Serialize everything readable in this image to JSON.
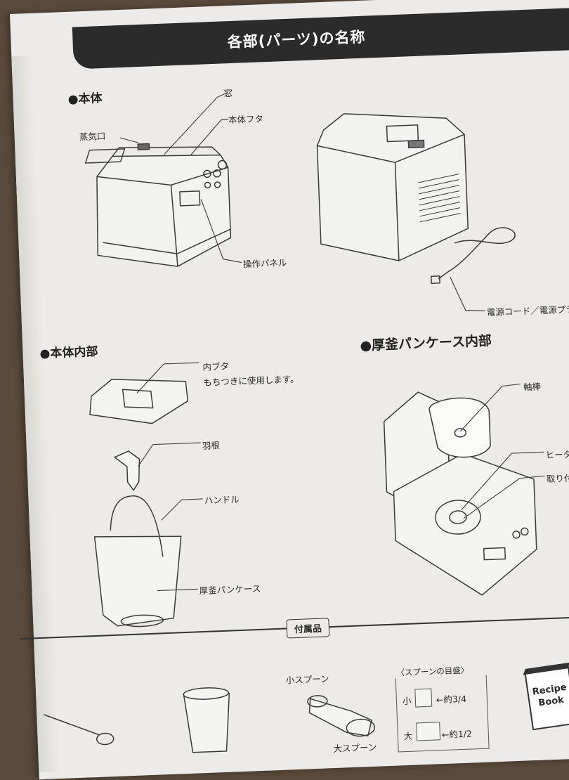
{
  "header": {
    "title": "各部(パーツ)の名称"
  },
  "sections": {
    "body": {
      "heading": "●本体",
      "labels": {
        "window": "窓",
        "steam_vent": "蒸気口",
        "lid": "本体フタ",
        "control_panel": "操作パネル",
        "power_cord": "電源コード／電源プラグ"
      }
    },
    "interior": {
      "heading": "●本体内部",
      "labels": {
        "inner_lid": "内ブタ",
        "inner_lid_note": "もちつきに使用します。",
        "blade": "羽根",
        "handle": "ハンドル",
        "pan_case": "厚釜パンケース"
      }
    },
    "pan_interior": {
      "heading": "●厚釜パンケース内部",
      "labels": {
        "shaft": "軸棒",
        "heater": "ヒーター",
        "mount": "取り付け部"
      }
    },
    "accessories": {
      "heading": "付属品",
      "small_spoon": "小スプーン",
      "large_spoon": "大スプーン",
      "measure_title": "〈スプーンの目盛〉",
      "measure_small_label": "小",
      "measure_small_value": "←約3/4",
      "measure_large_label": "大",
      "measure_large_value": "←約1/2",
      "recipe_line1": "Recipe",
      "recipe_line2": "Book"
    }
  }
}
